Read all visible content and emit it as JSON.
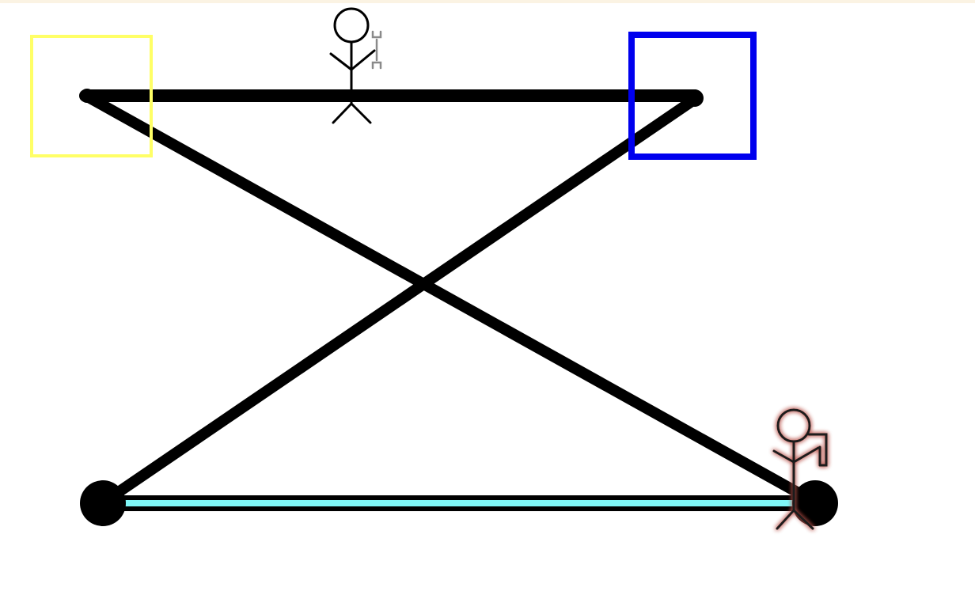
{
  "game": {
    "colors": {
      "background": "#ffffff",
      "frame_top": "#fbf3e3",
      "edge": "#000000",
      "highlight_edge": "#7ff6f6",
      "selection_yellow": "#ffff66",
      "selection_blue": "#0000ee",
      "player_glow": "#b8524a",
      "tool": "#8a8a8a"
    },
    "nodes": [
      {
        "id": "top-left",
        "style": "small"
      },
      {
        "id": "top-right",
        "style": "small"
      },
      {
        "id": "bottom-left",
        "style": "large"
      },
      {
        "id": "bottom-right",
        "style": "large"
      }
    ],
    "edges": [
      {
        "id": "top-edge",
        "from": "top-left",
        "to": "top-right",
        "style": "thick"
      },
      {
        "id": "diagonal-top-left-to-bottom-right",
        "from": "top-left",
        "to": "bottom-right",
        "style": "thick"
      },
      {
        "id": "diagonal-top-right-to-bottom-left",
        "from": "top-right",
        "to": "bottom-left",
        "style": "thick"
      },
      {
        "id": "bottom-edge",
        "from": "bottom-left",
        "to": "bottom-right",
        "style": "highlighted"
      }
    ],
    "selection_boxes": [
      {
        "id": "yellow-selection-box",
        "color": "yellow",
        "node": "top-left"
      },
      {
        "id": "blue-selection-box",
        "color": "blue",
        "node": "top-right"
      }
    ],
    "characters": [
      {
        "id": "worker",
        "icon": "stick-figure-with-wrench-icon",
        "state": "normal"
      },
      {
        "id": "player",
        "icon": "stick-figure-with-wrench-icon",
        "state": "glowing-red"
      }
    ]
  }
}
